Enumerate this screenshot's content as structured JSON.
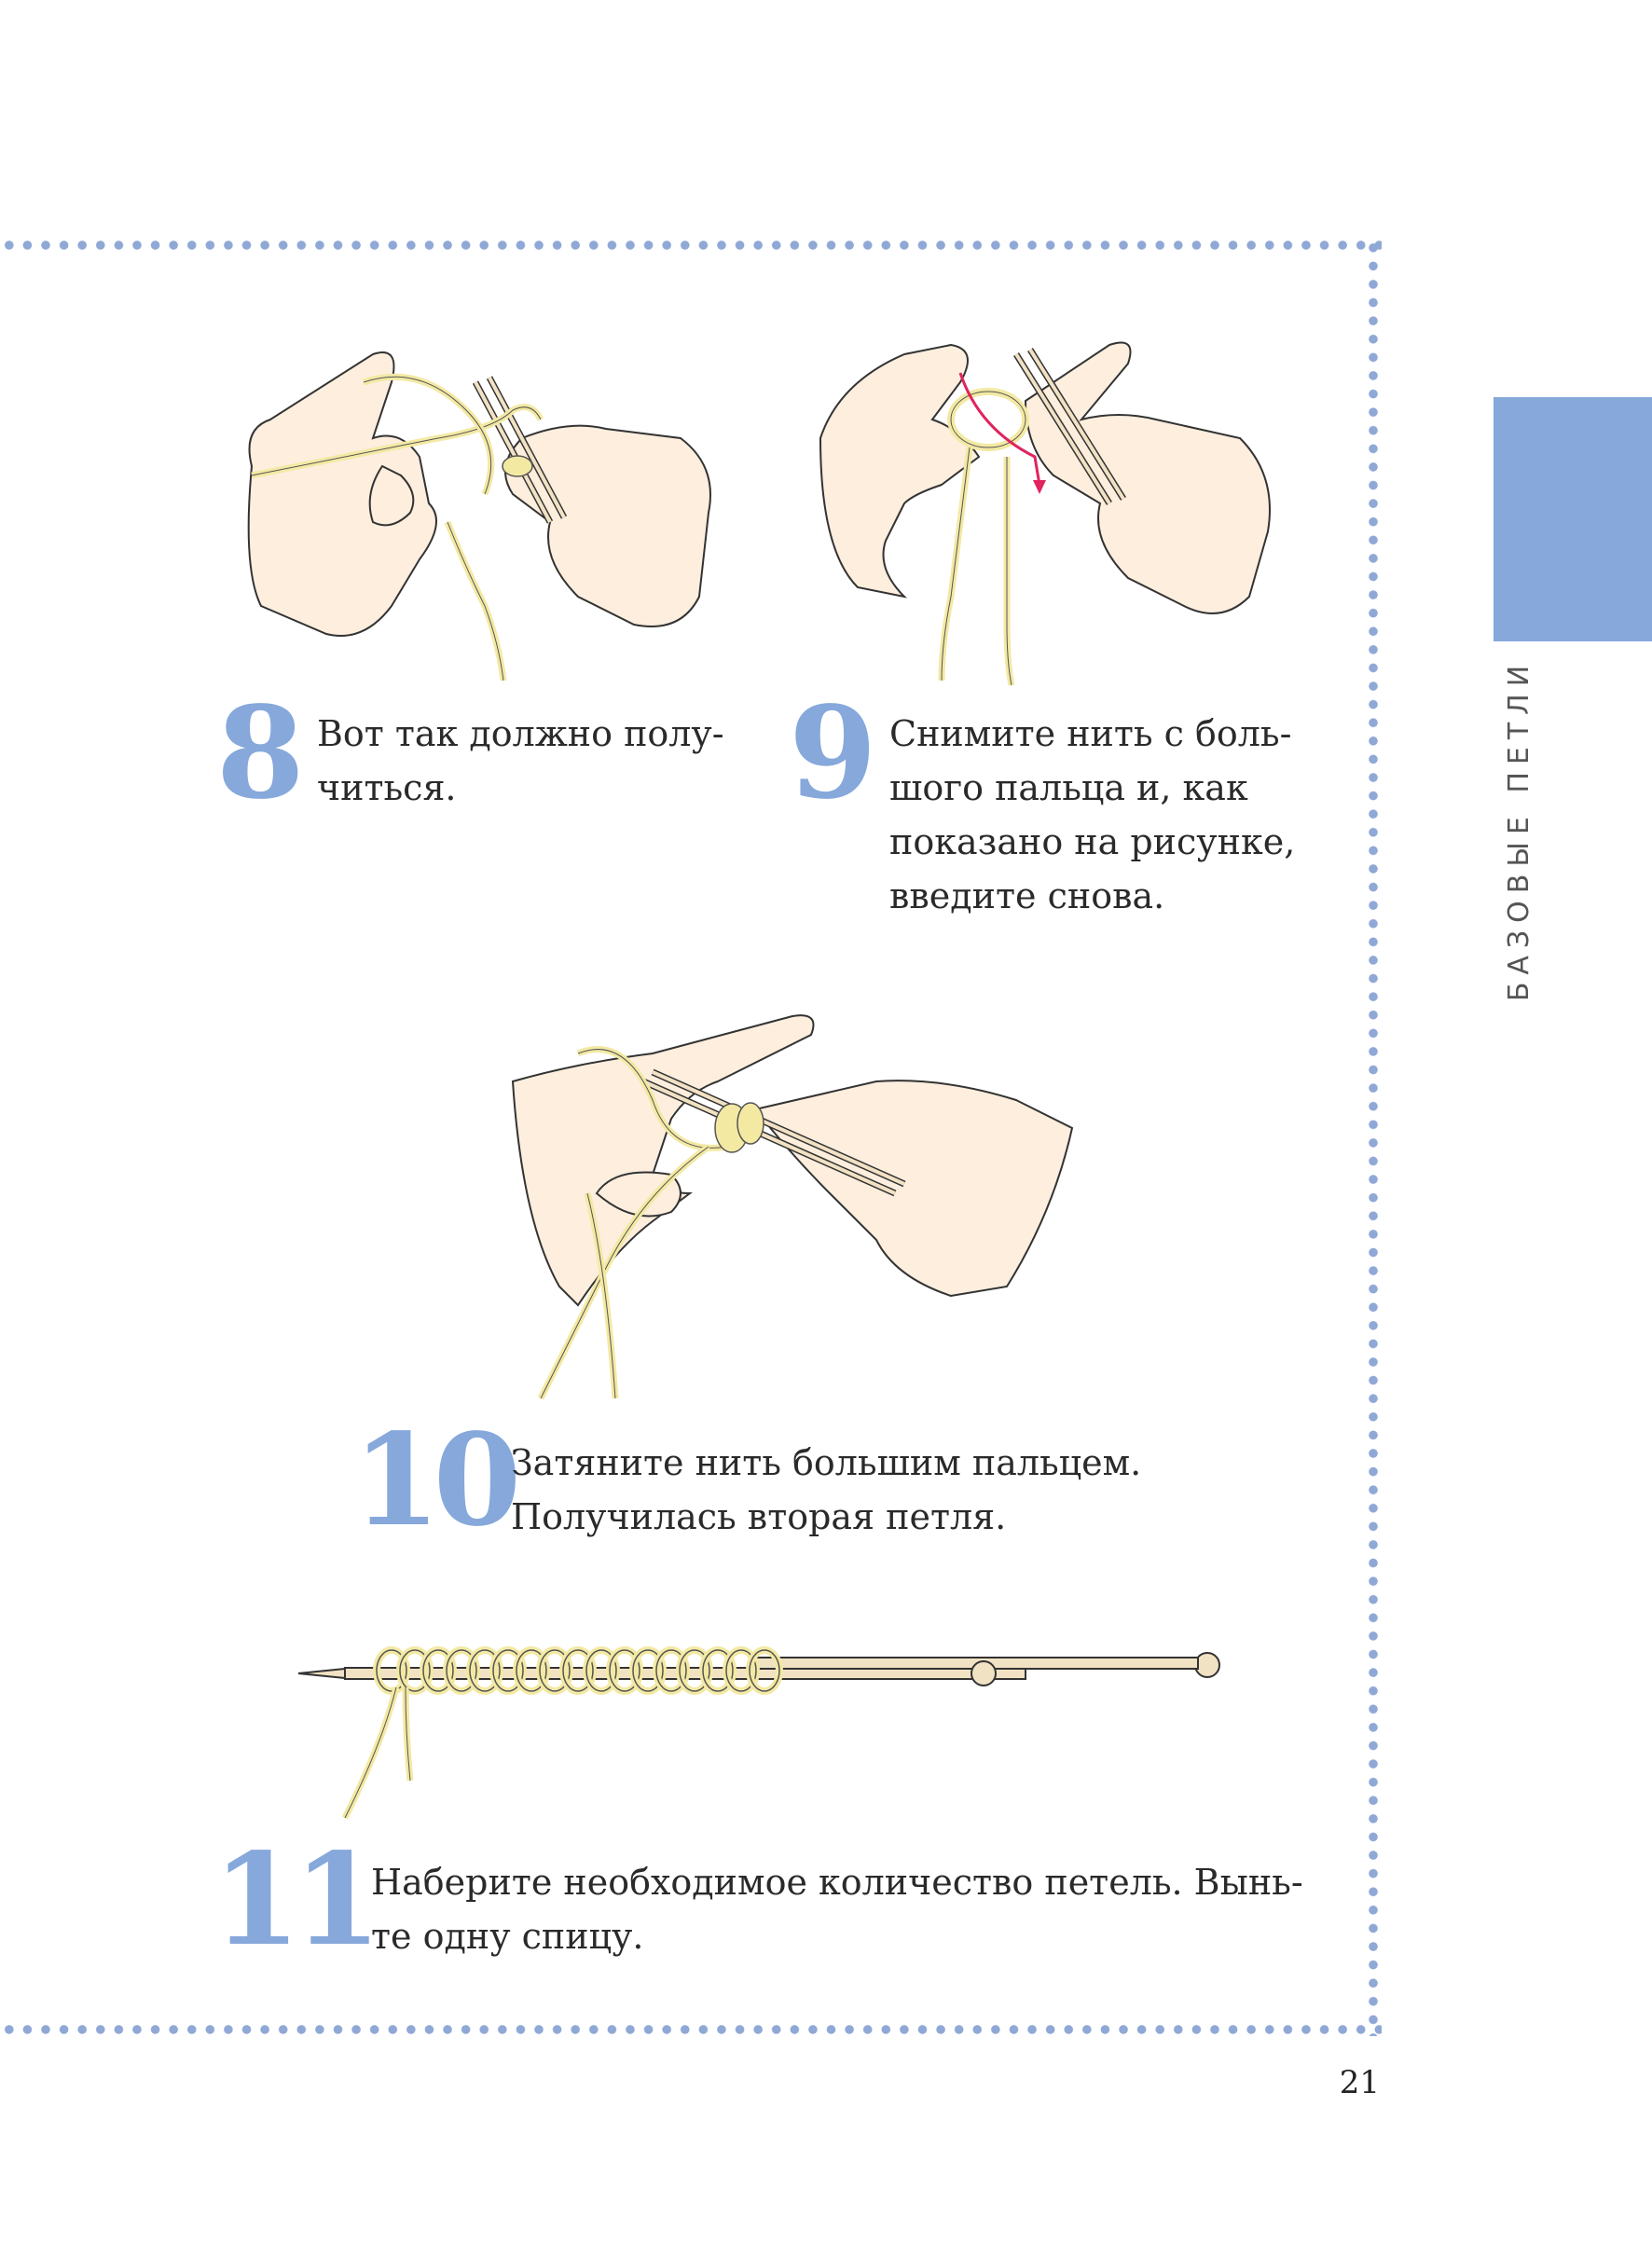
{
  "section_label": "БАЗОВЫЕ ПЕТЛИ",
  "steps": [
    {
      "number": "8",
      "text_lines": [
        "Вот так должно полу-",
        "читься."
      ]
    },
    {
      "number": "9",
      "text_lines": [
        "Снимите нить с боль-",
        "шого пальца и, как",
        "показано на рисунке,",
        "введите снова."
      ]
    },
    {
      "number": "10",
      "text_lines": [
        "Затяните нить большим пальцем.",
        "Получилась вторая петля."
      ]
    },
    {
      "number": "11",
      "text_lines": [
        "Наберите необходимое количество петель. Вынь-",
        "те одну спицу."
      ]
    }
  ],
  "page_number": "21",
  "colors": {
    "accent_blue": "#86a8db",
    "frame_dots": "#8fa8d6",
    "skin": "#fdeede",
    "yarn": "#f3e9a3",
    "arrow": "#e0245e"
  }
}
